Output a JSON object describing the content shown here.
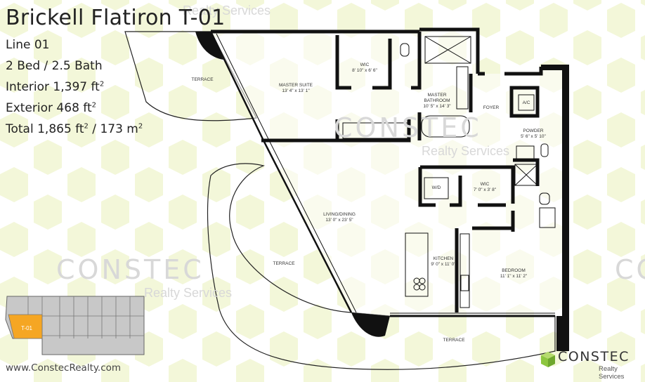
{
  "header": {
    "title": "Brickell Flatiron T-01",
    "line": "Line 01",
    "beds": "2 Bed / 2.5 Bath",
    "interior_prefix": "Interior 1,397 ft",
    "exterior_prefix": "Exterior 468 ft",
    "total_prefix": "Total 1,865 ft",
    "total_mid": " / 173 m",
    "sup": "2"
  },
  "watermark": {
    "brand": "CONSTEC",
    "tagline": "Realty Services"
  },
  "rooms": {
    "terrace": "TERRACE",
    "master_suite": "MASTER SUITE",
    "master_suite_dim": "13' 4\" x 13' 1\"",
    "wic1": "WIC",
    "wic1_dim": "8' 10\" x 6' 6\"",
    "master_bath": "MASTER BATHROOM",
    "master_bath_dim": "10' 5\" x 14' 3\"",
    "foyer": "FOYER",
    "ac": "A/C",
    "powder": "POWDER",
    "powder_dim": "5' 6\" x 5' 10\"",
    "wd": "W/D",
    "wic2": "WIC",
    "wic2_dim": "7' 0\" x 3' 8\"",
    "living": "LIVING/DINING",
    "living_dim": "13' 0\" x 23' 5\"",
    "kitchen": "KITCHEN",
    "kitchen_dim": "9' 0\" x 11' 0\"",
    "bedroom": "BEDROOM",
    "bedroom_dim": "11' 1\" x 11' 2\""
  },
  "keyplan": {
    "unit": "T-01"
  },
  "footer": {
    "url": "www.ConstecRealty.com"
  },
  "logo": {
    "name": "CONSTEC",
    "sub": "Realty Services"
  },
  "colors": {
    "accent": "#e8f2b0",
    "highlight": "#f5a623",
    "wall": "#111111",
    "pattern": "#f3f7d9"
  }
}
